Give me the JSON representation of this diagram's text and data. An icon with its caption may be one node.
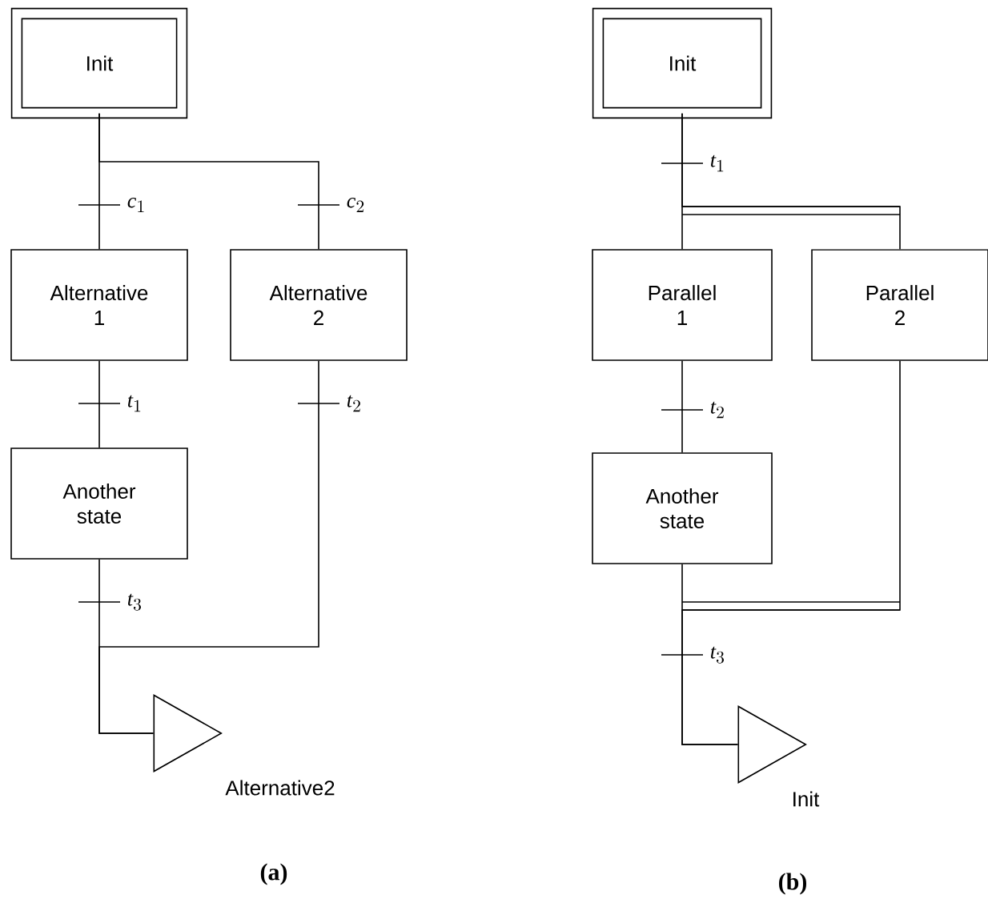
{
  "diagram": {
    "nodes": [
      {
        "text": [
          "Init"
        ]
      },
      {
        "text": [
          "Alternative 1"
        ]
      },
      {
        "text": [
          "Alternative 2"
        ]
      },
      {
        "text": [
          "Another state"
        ]
      },
      {
        "text": [],
        "shape": "triangle",
        "beside": [
          "Alternative2"
        ]
      },
      {
        "text": [
          "Init"
        ]
      },
      {
        "text": [
          "Parallel 1"
        ]
      },
      {
        "text": [
          "Parallel 2"
        ]
      },
      {
        "text": [
          "Another state"
        ]
      },
      {
        "text": [],
        "shape": "triangle",
        "beside": [
          "Init"
        ]
      }
    ],
    "edges": [
      {
        "from": 0,
        "to": 1,
        "arrow": "none",
        "label": "c_1"
      },
      {
        "from": 0,
        "to": 2,
        "arrow": "none",
        "label": "c_2"
      },
      {
        "from": 1,
        "to": 3,
        "arrow": "none",
        "label": "t_1"
      },
      {
        "from": 2,
        "to": 4,
        "arrow": "none",
        "label": "t_2"
      },
      {
        "from": 3,
        "to": 4,
        "arrow": "none",
        "label": "t_3"
      },
      {
        "from": 5,
        "to": 6,
        "arrow": "none",
        "label": "t_1"
      },
      {
        "from": 5,
        "to": 7,
        "arrow": "none"
      },
      {
        "from": 6,
        "to": 8,
        "arrow": "none",
        "label": "t_2"
      },
      {
        "from": 8,
        "to": 9,
        "arrow": "none",
        "label": "t_3"
      },
      {
        "from": 7,
        "to": 9,
        "arrow": "none"
      }
    ],
    "labels": [
      "(a)",
      "(b)"
    ]
  }
}
